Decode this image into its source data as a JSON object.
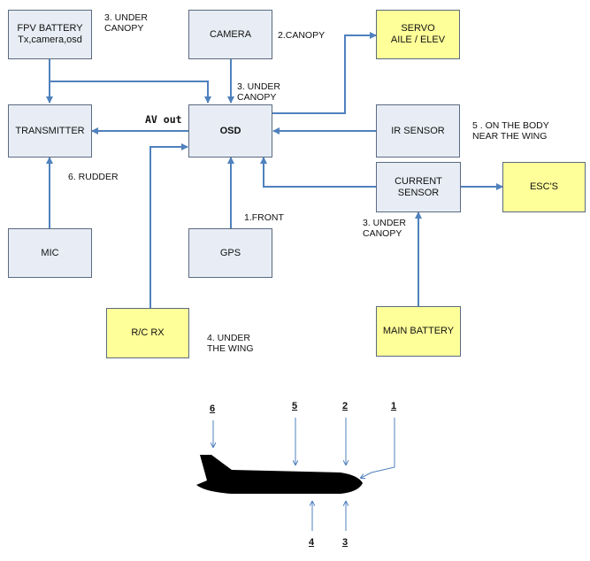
{
  "boxes": {
    "fpv_battery": {
      "line1": "FPV BATTERY",
      "line2": "Tx,camera,osd"
    },
    "camera": {
      "label": "CAMERA"
    },
    "servo": {
      "line1": "SERVO",
      "line2": "AILE / ELEV"
    },
    "transmitter": {
      "label": "TRANSMITTER"
    },
    "osd": {
      "label": "OSD"
    },
    "ir_sensor": {
      "label": "IR SENSOR"
    },
    "current_sensor": {
      "line1": "CURRENT",
      "line2": "SENSOR"
    },
    "escs": {
      "label": "ESC'S"
    },
    "mic": {
      "label": "MIC"
    },
    "gps": {
      "label": "GPS"
    },
    "rc_rx": {
      "label": "R/C RX"
    },
    "main_battery": {
      "label": "MAIN BATTERY"
    }
  },
  "notes": {
    "fpv_placement": {
      "line1": "3. UNDER",
      "line2": "CANOPY"
    },
    "camera_placement": "2.CANOPY",
    "osd_placement": {
      "line1": "3. UNDER",
      "line2": "CANOPY"
    },
    "ir_placement": {
      "line1": "5 . ON THE BODY",
      "line2": "NEAR THE WING"
    },
    "mic_placement": "6. RUDDER",
    "gps_placement": "1.FRONT",
    "current_placement": {
      "line1": "3. UNDER",
      "line2": "CANOPY"
    },
    "rx_placement": {
      "line1": "4. UNDER",
      "line2": "THE WING"
    },
    "av_out": "AV out"
  },
  "plane_markers": {
    "m6": "6",
    "m5": "5",
    "m2": "2",
    "m1": "1",
    "m4": "4",
    "m3": "3"
  },
  "colors": {
    "arrow": "#4f81bd",
    "box_blue": "#e8edf5",
    "box_yellow": "#ffff99",
    "plane": "#000000"
  }
}
